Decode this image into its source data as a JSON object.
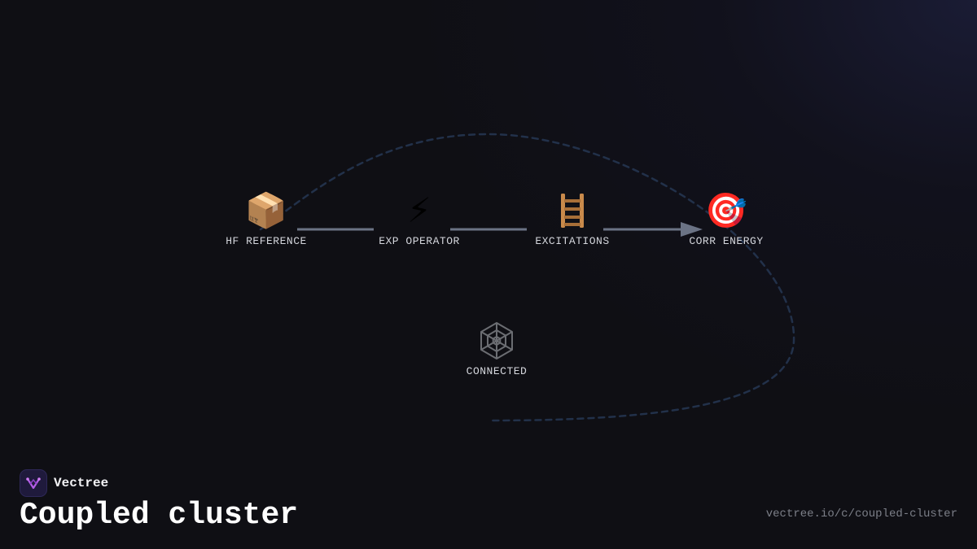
{
  "diagram": {
    "nodes": [
      {
        "id": "hf",
        "icon": "package-icon",
        "emoji": "📦",
        "label": "HF REFERENCE"
      },
      {
        "id": "exp",
        "icon": "lightning-icon",
        "emoji": "⚡",
        "label": "EXP OPERATOR"
      },
      {
        "id": "exc",
        "icon": "ladder-icon",
        "emoji": "🪜",
        "label": "EXCITATIONS"
      },
      {
        "id": "corr",
        "icon": "target-icon",
        "emoji": "🎯",
        "label": "CORR ENERGY"
      }
    ],
    "extra_node": {
      "id": "connected",
      "icon": "spider-web-icon",
      "label": "CONNECTED"
    },
    "edges": [
      {
        "from": "hf",
        "to": "exp",
        "arrow": false
      },
      {
        "from": "exp",
        "to": "exc",
        "arrow": false
      },
      {
        "from": "exc",
        "to": "corr",
        "arrow": true
      }
    ],
    "dashed_loop": "corr-to-connected",
    "colors": {
      "edge": "#6b7385",
      "dashed": "#22314a",
      "web": "#6b6d72",
      "label": "#d4d6dc"
    }
  },
  "brand": {
    "name": "Vectree",
    "logo_icon": "vectree-logo-icon",
    "accent": "#b45ee8"
  },
  "page": {
    "title": "Coupled cluster",
    "url": "vectree.io/c/coupled-cluster"
  }
}
